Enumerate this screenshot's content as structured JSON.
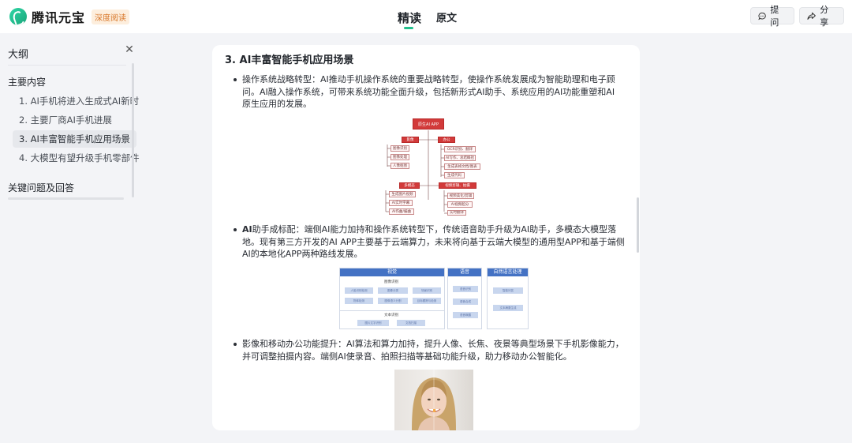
{
  "header": {
    "brand": "腾讯元宝",
    "badge": "深度阅读",
    "tabs": [
      {
        "label": "精读"
      },
      {
        "label": "原文"
      }
    ],
    "ask_label": "提问",
    "share_label": "分享"
  },
  "sidebar": {
    "title": "大纲",
    "sections": [
      {
        "label": "主要内容",
        "items": [
          {
            "label": "1. AI手机将进入生成式AI新时"
          },
          {
            "label": "2. 主要厂商AI手机进展"
          },
          {
            "label": "3. AI丰富智能手机应用场景"
          },
          {
            "label": "4. 大模型有望升级手机零部件"
          }
        ]
      },
      {
        "label": "关键问题及回答"
      }
    ]
  },
  "content": {
    "section_title": "3. AI丰富智能手机应用场景",
    "bullets": [
      {
        "lead": "",
        "text": "操作系统战略转型：AI推动手机操作系统的重要战略转型，使操作系统发展成为智能助理和电子顾问。AI融入操作系统，可带来系统功能全面升级，包括新形式AI助手、系统应用的AI功能重塑和AI原生应用的发展。"
      },
      {
        "lead": "AI",
        "text": "助手成标配：端侧AI能力加持和操作系统转型下，传统语音助手升级为AI助手，多模态大模型落地。现有第三方开发的AI APP主要基于云端算力，未来将向基于云端大模型的通用型APP和基于端侧AI的本地化APP两种路线发展。"
      },
      {
        "lead": "",
        "text": "影像和移动办公功能提升：AI算法和算力加持，提升人像、长焦、夜景等典型场景下手机影像能力，并可调整拍摄内容。端侧AI使录音、拍照扫描等基础功能升级，助力移动办公智能化。"
      }
    ],
    "figure1": {
      "root": "原生AI APP",
      "branches": [
        {
          "label": "影像",
          "children": [
            "图像识别",
            "图像处理",
            "人像抠图"
          ]
        },
        {
          "label": "办公",
          "children": [
            "OCR识别、翻译",
            "AI写作、总结概括",
            "生成表格文档/图表",
            "生成代码"
          ]
        },
        {
          "label": "多模态",
          "children": [
            "生成图片视频",
            "AI实时字幕",
            "AI作曲/编曲"
          ]
        },
        {
          "label": "视频剪辑、拍摄",
          "children": [
            "视频美化/剪辑",
            "AI视频超分",
            "实时翻译"
          ]
        }
      ]
    },
    "figure2": {
      "panels": [
        {
          "title": "视觉",
          "groups": [
            {
              "label": "图像识别",
              "cells": [
                "人脸识别检测",
                "图像分类",
                "场景识别",
                "物体检测",
                "图像语义分割",
                "目标跟踪与检测"
              ]
            },
            {
              "label": "文本识别",
              "cells": [
                "图片文字识别",
                "文档扫描"
              ]
            }
          ]
        },
        {
          "title": "语音",
          "cells": [
            "语音识别",
            "语音合成",
            "语音唤醒"
          ]
        },
        {
          "title": "自然语言处理",
          "cells": [
            "智能问答",
            "文本摘要生成"
          ]
        }
      ]
    },
    "figure3_alt": "smiling woman portrait photo with AI beautification comparison"
  },
  "colors": {
    "accent": "#22c08d",
    "badge_text": "#d8772a",
    "badge_bg": "#fdeedd",
    "diagram_red": "#d23a3a",
    "diagram_blue": "#4472c4"
  }
}
